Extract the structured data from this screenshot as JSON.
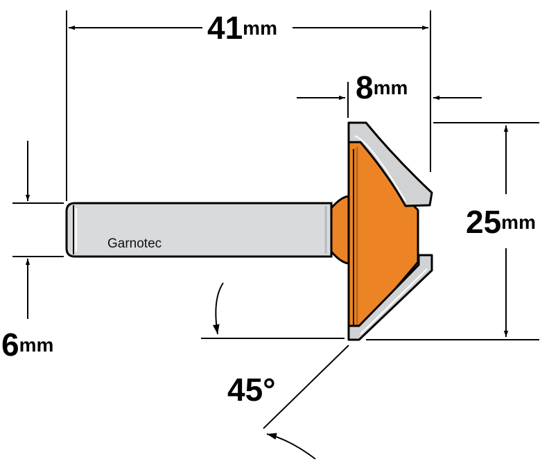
{
  "dimensions": {
    "total_length": {
      "value": "41",
      "unit": "mm"
    },
    "cutting_height": {
      "value": "8",
      "unit": "mm"
    },
    "diameter": {
      "value": "25",
      "unit": "mm"
    },
    "shank_diameter": {
      "value": "6",
      "unit": "mm"
    },
    "angle": {
      "value": "45°"
    }
  },
  "brand": "Garnotec",
  "colors": {
    "cutter_body": "#ec8426",
    "shank": "#d8dadc",
    "carbide": "#d0d2d4",
    "outline": "#000000",
    "background": "#ffffff"
  }
}
